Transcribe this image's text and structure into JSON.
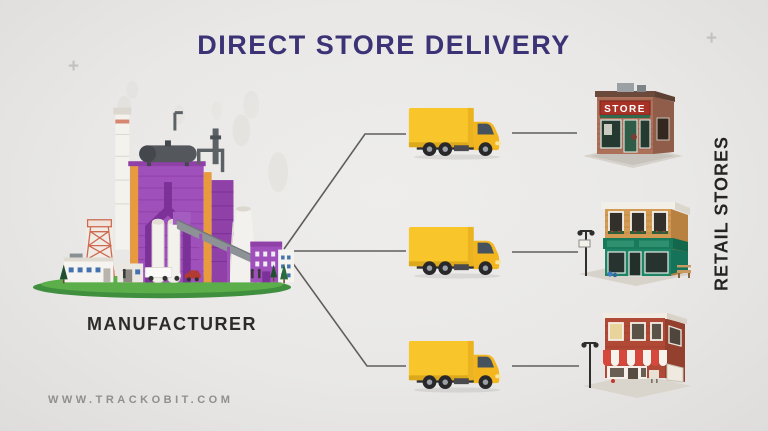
{
  "page": {
    "title": "DIRECT STORE DELIVERY",
    "website": "WWW.TRACKOBIT.COM"
  },
  "decorations": {
    "plus_left": "+",
    "plus_right": "+"
  },
  "manufacturer": {
    "label": "MANUFACTURER",
    "illustration": "purple-factory"
  },
  "trucks": [
    {
      "name": "delivery-truck-top"
    },
    {
      "name": "delivery-truck-middle"
    },
    {
      "name": "delivery-truck-bottom"
    }
  ],
  "retail": {
    "label": "RETAIL STORES",
    "stores": [
      {
        "type": "brick-grocery-store",
        "sign_text": "STORE"
      },
      {
        "type": "green-corner-shop"
      },
      {
        "type": "striped-awning-cafe"
      }
    ]
  },
  "colors": {
    "background": "#e9e8e6",
    "title": "#3b3376",
    "label_text": "#2b2b2b",
    "website_text": "#8f8f8f",
    "connector_line": "#5e5e5e",
    "truck_yellow": "#f8c52a",
    "factory_purple": "#a050ba",
    "store_sign_red": "#a93226",
    "grass_green": "#5cae4a"
  }
}
